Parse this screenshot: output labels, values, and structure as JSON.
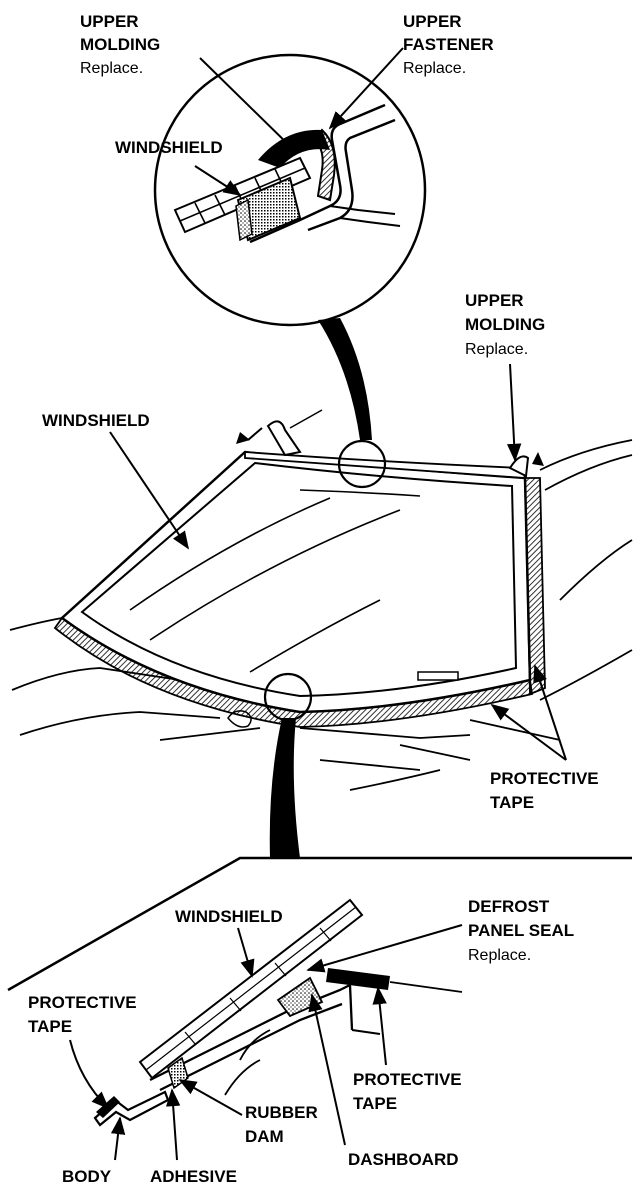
{
  "labels": {
    "upper_molding_top_l1": "UPPER",
    "upper_molding_top_l2": "MOLDING",
    "upper_molding_top_l3": "Replace.",
    "upper_fastener_l1": "UPPER",
    "upper_fastener_l2": "FASTENER",
    "upper_fastener_l3": "Replace.",
    "windshield_detail_top": "WINDSHIELD",
    "upper_molding_right_l1": "UPPER",
    "upper_molding_right_l2": "MOLDING",
    "upper_molding_right_l3": "Replace.",
    "windshield_main": "WINDSHIELD",
    "protective_tape_right_l1": "PROTECTIVE",
    "protective_tape_right_l2": "TAPE",
    "windshield_bottom_detail": "WINDSHIELD",
    "defrost_l1": "DEFROST",
    "defrost_l2": "PANEL SEAL",
    "defrost_l3": "Replace.",
    "protective_tape_left_l1": "PROTECTIVE",
    "protective_tape_left_l2": "TAPE",
    "protective_tape_mid_l1": "PROTECTIVE",
    "protective_tape_mid_l2": "TAPE",
    "rubber_dam_l1": "RUBBER",
    "rubber_dam_l2": "DAM",
    "body": "BODY",
    "adhesive": "ADHESIVE",
    "dashboard": "DASHBOARD"
  }
}
